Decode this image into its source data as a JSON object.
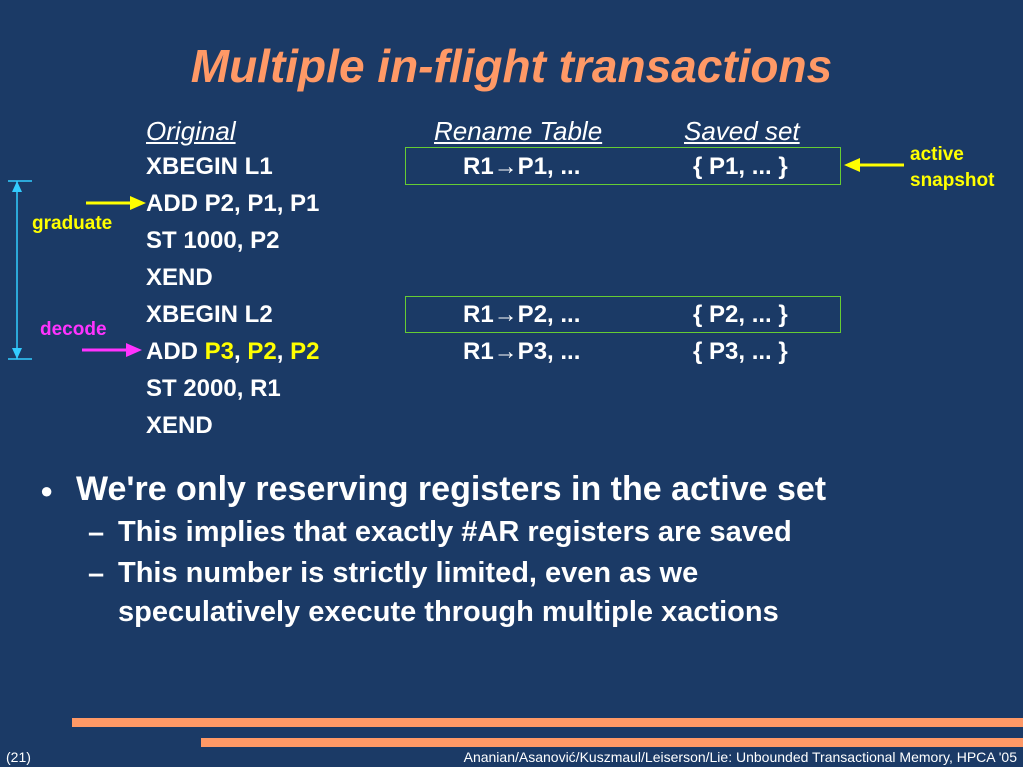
{
  "slide": {
    "title": "Multiple in-flight transactions"
  },
  "code": {
    "header": "Original",
    "lines": [
      "XBEGIN L1",
      "ADD P2, P1, P1",
      "ST 1000, P2",
      "XEND",
      "XBEGIN L2"
    ],
    "add_line": {
      "prefix": "ADD ",
      "r1": "P3",
      "sep1": ", ",
      "r2": "P2",
      "sep2": ", ",
      "r3": "P2"
    },
    "tail_lines": [
      "ST 2000, R1",
      "XEND"
    ]
  },
  "rename_table": {
    "header": "Rename Table",
    "rows": [
      "R1→P1, ...",
      "R1→P2, ...",
      "R1→P3, ..."
    ]
  },
  "saved_set": {
    "header": "Saved set",
    "rows": [
      "{ P1, ... }",
      "{ P2, ... }",
      "{ P3, ... }"
    ]
  },
  "annotations": {
    "active_line1": "active",
    "active_line2": "snapshot",
    "graduate": "graduate",
    "decode": "decode"
  },
  "bullets": {
    "main": "We're only reserving registers in the active set",
    "sub1": "This implies that exactly #AR registers are saved",
    "sub2_line1": "This number is strictly limited, even as we",
    "sub2_line2": "speculatively execute through multiple xactions",
    "bullet_char": "●",
    "dash_char": "–"
  },
  "footer": {
    "page": "(21)",
    "citation": "Ananian/Asanović/Kuszmaul/Leiserson/Lie: Unbounded Transactional Memory, HPCA '05"
  },
  "colors": {
    "background": "#1b3a66",
    "title": "#ff9966",
    "highlight": "#ffff00",
    "active_arrow": "#ffff00",
    "graduate_arrow": "#ffff00",
    "decode_arrow": "#ff33ff",
    "box_border": "#66cc33",
    "range_line": "#33ccff",
    "bar": "#ff9966"
  },
  "icons": [
    "arrow-left-icon",
    "arrow-right-icon",
    "bullet-dot-icon",
    "dash-icon"
  ]
}
